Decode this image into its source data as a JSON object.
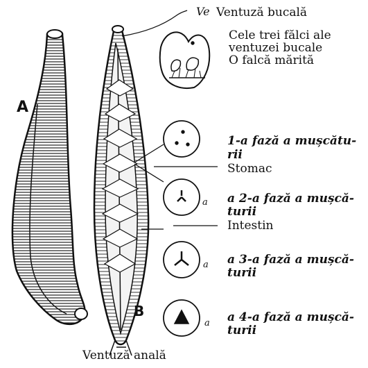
{
  "figure_letters": {
    "worm_a": "A",
    "worm_b": "B",
    "ve": "Ve"
  },
  "small_marks": [
    "a",
    "a",
    "a"
  ],
  "labels": {
    "ventuza_bucala": "Ventuză bucală",
    "falci_line1": "Cele trei fălci ale",
    "falci_line2": "ventuzei bucale",
    "falca_marita": "O falcă mărită",
    "faza1_line1": "1-a fază a mușcătu-",
    "faza1_line2": "rii",
    "stomac": "Stomac",
    "faza2_line1": "a 2-a fază a mușcă-",
    "faza2_line2": "turii",
    "intestin": "Intestin",
    "faza3_line1": "a 3-a fază a mușcă-",
    "faza3_line2": "turii",
    "faza4_line1": "a 4-a fază a mușcă-",
    "faza4_line2": "turii",
    "ventuza_anala": "Ventuză anală"
  }
}
